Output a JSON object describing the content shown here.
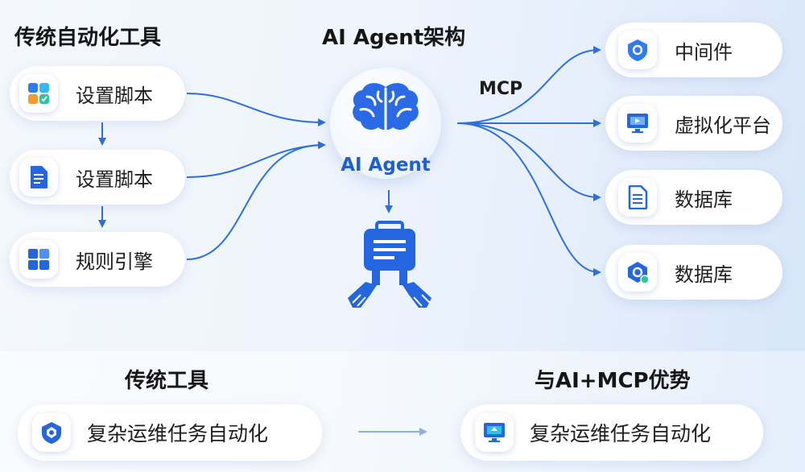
{
  "headings": {
    "traditional_tools": "传统自动化工具",
    "ai_agent_arch": "AI Agent架构",
    "bottom_traditional": "传统工具",
    "bottom_advantage": "与AI+MCP优势"
  },
  "left_items": [
    {
      "label": "设置脚本",
      "icon": "app-grid-icon"
    },
    {
      "label": "设置脚本",
      "icon": "document-icon"
    },
    {
      "label": "规则引擎",
      "icon": "tiles-icon"
    }
  ],
  "agent": {
    "label": "AI Agent",
    "icon": "brain-icon",
    "tool_icon": "robot-hands-briefcase-icon"
  },
  "protocol": {
    "label": "MCP"
  },
  "right_items": [
    {
      "label": "中间件",
      "icon": "middleware-shield-icon"
    },
    {
      "label": "虚拟化平台",
      "icon": "monitor-icon"
    },
    {
      "label": "数据库",
      "icon": "document-icon"
    },
    {
      "label": "数据库",
      "icon": "database-hexagon-icon"
    }
  ],
  "bottom": {
    "left_label": "复杂运维任务自动化",
    "right_label": "复杂运维任务自动化"
  },
  "colors": {
    "accent": "#1f5fd6",
    "line": "#2d6fe0"
  }
}
